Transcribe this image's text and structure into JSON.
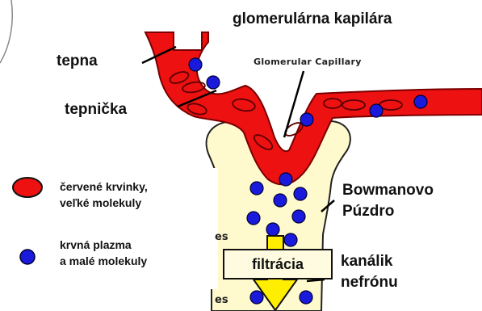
{
  "labels": {
    "glomerular_capillary": "glomerulárna kapilára",
    "artery": "tepna",
    "arteriole": "tepnička",
    "bowman_capsule_line1": "Bowmanovo",
    "bowman_capsule_line2": "Púzdro",
    "tubule_line1": "kanálik",
    "tubule_line2": "nefrónu",
    "filtration": "filtrácia",
    "original_english": "Glomerular Capillary"
  },
  "legend": {
    "red_cells_line1": "červené krvinky,",
    "red_cells_line2": "veľké molekuly",
    "plasma_line1": "krvná plazma",
    "plasma_line2": "a malé molekuly"
  },
  "fragments": [
    "es",
    "es"
  ],
  "colors": {
    "vessel": "#ee1111",
    "vessel_outline": "#7a0000",
    "capsule": "#fffacd",
    "molecule": "#1a1adc",
    "arrow": "#ffee00"
  }
}
